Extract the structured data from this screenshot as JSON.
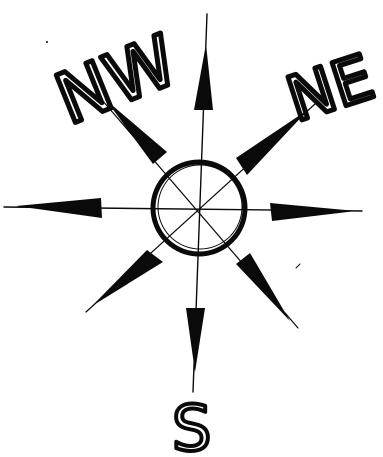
{
  "labels": {
    "northwest": "NW",
    "northeast": "NE",
    "south": "S"
  },
  "colors": {
    "ink": "#0a0a0a",
    "paper": "#ffffff"
  }
}
